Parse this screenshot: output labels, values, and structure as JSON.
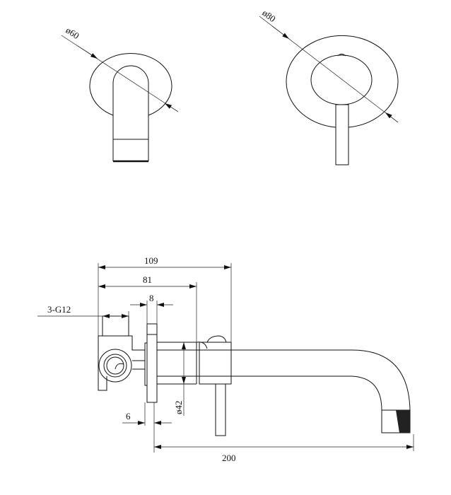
{
  "drawing": {
    "title": "Wall mounted basin mixer technical drawing",
    "dimensions": {
      "spout_plate_diameter": "ø60",
      "mixer_plate_diameter": "ø80",
      "overall_depth": "109",
      "lever_depth": "81",
      "flange_thickness": "8",
      "inlet_thread": "3-G12",
      "pipe_diameter": "ø42",
      "plate_thickness": "6",
      "spout_reach": "200"
    },
    "line_color": "#111111",
    "background": "#ffffff"
  }
}
